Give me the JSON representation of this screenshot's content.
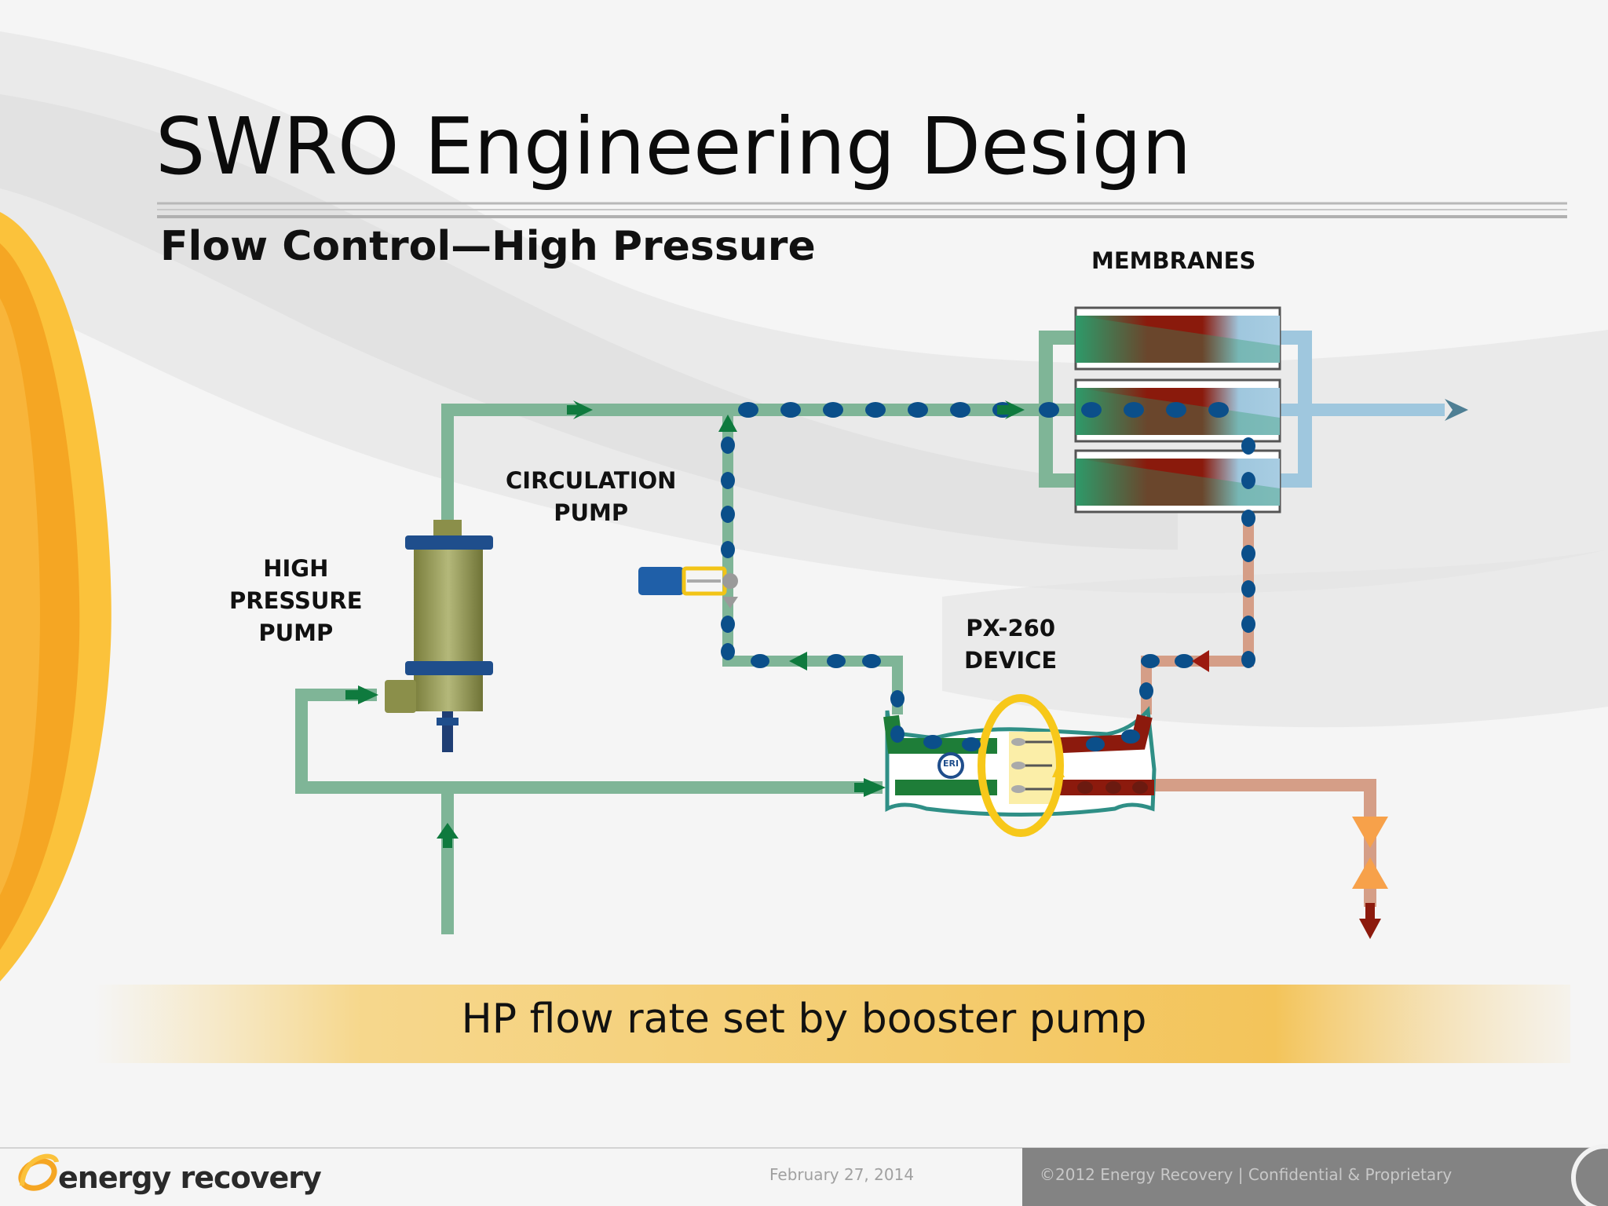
{
  "slide": {
    "title": "SWRO Engineering Design",
    "subtitle": "Flow Control—High Pressure",
    "banner": "HP flow rate set by booster pump"
  },
  "diagram": {
    "labels": {
      "membranes": "MEMBRANES",
      "circulation_pump": [
        "CIRCULATION",
        "PUMP"
      ],
      "high_pressure_pump": [
        "HIGH",
        "PRESSURE",
        "PUMP"
      ],
      "px_device": [
        "PX-260",
        "DEVICE"
      ]
    },
    "device_badge": "ERI"
  },
  "footer": {
    "date": "February 27, 2014",
    "copyright": "©2012 Energy Recovery | Confidential & Proprietary",
    "logo": "energy recovery"
  },
  "colors": {
    "seawater_green": "#7fb597",
    "arrow_green": "#0f7a3e",
    "brine_pipe": "#d59e87",
    "brine_dark": "#8c1a0d",
    "permeate_blue": "#9fc7de",
    "dots_blue": "#0b4f8a",
    "accent_orange": "#f5a623",
    "banner_gold": "#f3c35c"
  }
}
